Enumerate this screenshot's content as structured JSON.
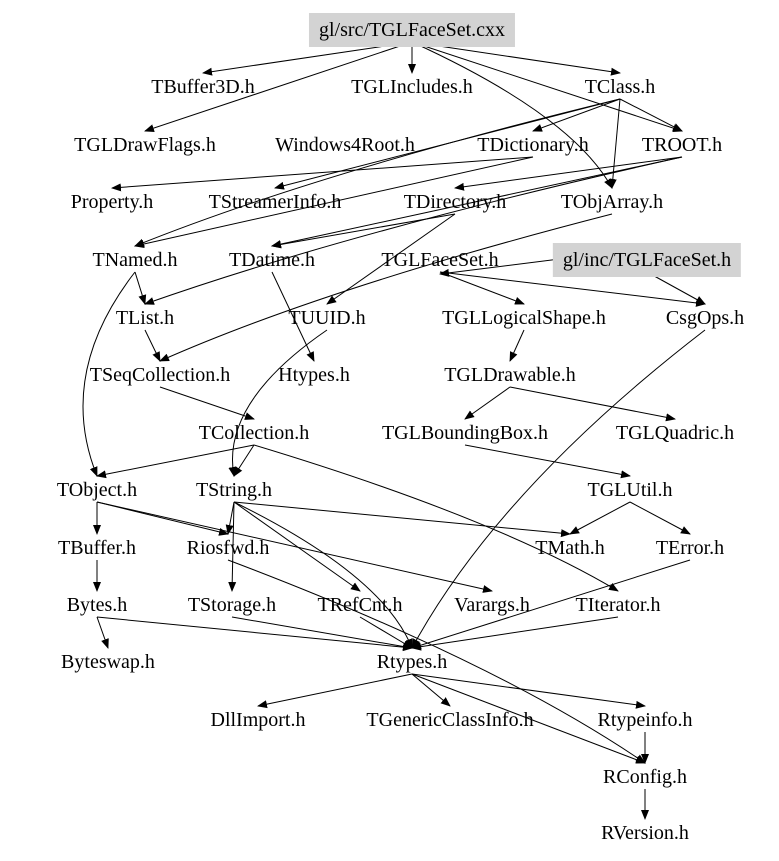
{
  "graph": {
    "nodes": [
      {
        "id": "cxx",
        "label": "gl/src/TGLFaceSet.cxx",
        "highlight": true
      },
      {
        "id": "TBuffer3D",
        "label": "TBuffer3D.h"
      },
      {
        "id": "TGLIncludes",
        "label": "TGLIncludes.h"
      },
      {
        "id": "TClass",
        "label": "TClass.h"
      },
      {
        "id": "TGLDrawFlags",
        "label": "TGLDrawFlags.h"
      },
      {
        "id": "Windows4Root",
        "label": "Windows4Root.h"
      },
      {
        "id": "TDictionary",
        "label": "TDictionary.h"
      },
      {
        "id": "TROOT",
        "label": "TROOT.h"
      },
      {
        "id": "Property",
        "label": "Property.h"
      },
      {
        "id": "TStreamerInfo",
        "label": "TStreamerInfo.h"
      },
      {
        "id": "TDirectory",
        "label": "TDirectory.h"
      },
      {
        "id": "TObjArray",
        "label": "TObjArray.h"
      },
      {
        "id": "TNamed",
        "label": "TNamed.h"
      },
      {
        "id": "TDatime",
        "label": "TDatime.h"
      },
      {
        "id": "TGLFaceSet",
        "label": "TGLFaceSet.h"
      },
      {
        "id": "incTGLFaceSet",
        "label": "gl/inc/TGLFaceSet.h",
        "highlight": true
      },
      {
        "id": "TList",
        "label": "TList.h"
      },
      {
        "id": "TUUID",
        "label": "TUUID.h"
      },
      {
        "id": "TGLLogicalShape",
        "label": "TGLLogicalShape.h"
      },
      {
        "id": "CsgOps",
        "label": "CsgOps.h"
      },
      {
        "id": "TSeqCollection",
        "label": "TSeqCollection.h"
      },
      {
        "id": "Htypes",
        "label": "Htypes.h"
      },
      {
        "id": "TGLDrawable",
        "label": "TGLDrawable.h"
      },
      {
        "id": "TCollection",
        "label": "TCollection.h"
      },
      {
        "id": "TGLBoundingBox",
        "label": "TGLBoundingBox.h"
      },
      {
        "id": "TGLQuadric",
        "label": "TGLQuadric.h"
      },
      {
        "id": "TObject",
        "label": "TObject.h"
      },
      {
        "id": "TString",
        "label": "TString.h"
      },
      {
        "id": "TGLUtil",
        "label": "TGLUtil.h"
      },
      {
        "id": "TBuffer",
        "label": "TBuffer.h"
      },
      {
        "id": "Riosfwd",
        "label": "Riosfwd.h"
      },
      {
        "id": "TMath",
        "label": "TMath.h"
      },
      {
        "id": "TError",
        "label": "TError.h"
      },
      {
        "id": "Bytes",
        "label": "Bytes.h"
      },
      {
        "id": "TStorage",
        "label": "TStorage.h"
      },
      {
        "id": "TRefCnt",
        "label": "TRefCnt.h"
      },
      {
        "id": "Varargs",
        "label": "Varargs.h"
      },
      {
        "id": "TIterator",
        "label": "TIterator.h"
      },
      {
        "id": "Byteswap",
        "label": "Byteswap.h"
      },
      {
        "id": "Rtypes",
        "label": "Rtypes.h"
      },
      {
        "id": "DllImport",
        "label": "DllImport.h"
      },
      {
        "id": "TGenericClassInfo",
        "label": "TGenericClassInfo.h"
      },
      {
        "id": "Rtypeinfo",
        "label": "Rtypeinfo.h"
      },
      {
        "id": "RConfig",
        "label": "RConfig.h"
      },
      {
        "id": "RVersion",
        "label": "RVersion.h"
      }
    ],
    "edges": [
      [
        "cxx",
        "TBuffer3D"
      ],
      [
        "cxx",
        "TGLIncludes"
      ],
      [
        "cxx",
        "TClass"
      ],
      [
        "cxx",
        "TGLDrawFlags"
      ],
      [
        "cxx",
        "TROOT"
      ],
      [
        "cxx",
        "TObjArray"
      ],
      [
        "TClass",
        "TDictionary"
      ],
      [
        "TClass",
        "TROOT"
      ],
      [
        "TClass",
        "TObjArray"
      ],
      [
        "TClass",
        "TStreamerInfo"
      ],
      [
        "TClass",
        "TNamed"
      ],
      [
        "TROOT",
        "TDirectory"
      ],
      [
        "TROOT",
        "TList"
      ],
      [
        "TROOT",
        "TDatime"
      ],
      [
        "TDictionary",
        "TNamed"
      ],
      [
        "TDictionary",
        "Property"
      ],
      [
        "TDirectory",
        "TUUID"
      ],
      [
        "TDirectory",
        "TDatime"
      ],
      [
        "TObjArray",
        "TSeqCollection"
      ],
      [
        "incTGLFaceSet",
        "TGLFaceSet"
      ],
      [
        "incTGLFaceSet",
        "CsgOps"
      ],
      [
        "TGLFaceSet",
        "TGLLogicalShape"
      ],
      [
        "TGLFaceSet",
        "CsgOps"
      ],
      [
        "TGLLogicalShape",
        "TGLDrawable"
      ],
      [
        "TGLDrawable",
        "TGLBoundingBox"
      ],
      [
        "TGLDrawable",
        "TGLQuadric"
      ],
      [
        "TGLBoundingBox",
        "TGLUtil"
      ],
      [
        "TGLUtil",
        "TMath"
      ],
      [
        "TGLUtil",
        "TError"
      ],
      [
        "TNamed",
        "TList"
      ],
      [
        "TNamed",
        "TObject"
      ],
      [
        "TList",
        "TSeqCollection"
      ],
      [
        "TSeqCollection",
        "TCollection"
      ],
      [
        "TDatime",
        "Htypes"
      ],
      [
        "TUUID",
        "TString"
      ],
      [
        "TCollection",
        "TObject"
      ],
      [
        "TCollection",
        "TString"
      ],
      [
        "TCollection",
        "TIterator"
      ],
      [
        "TObject",
        "TBuffer"
      ],
      [
        "TObject",
        "Riosfwd"
      ],
      [
        "TObject",
        "Varargs"
      ],
      [
        "TString",
        "Riosfwd"
      ],
      [
        "TString",
        "TMath"
      ],
      [
        "TString",
        "TRefCnt"
      ],
      [
        "TString",
        "TStorage"
      ],
      [
        "TString",
        "Rtypes"
      ],
      [
        "TBuffer",
        "Bytes"
      ],
      [
        "Bytes",
        "Byteswap"
      ],
      [
        "Bytes",
        "Rtypes"
      ],
      [
        "TStorage",
        "Rtypes"
      ],
      [
        "TRefCnt",
        "Rtypes"
      ],
      [
        "TIterator",
        "Rtypes"
      ],
      [
        "TError",
        "Rtypes"
      ],
      [
        "CsgOps",
        "Rtypes"
      ],
      [
        "Rtypes",
        "DllImport"
      ],
      [
        "Rtypes",
        "TGenericClassInfo"
      ],
      [
        "Rtypes",
        "Rtypeinfo"
      ],
      [
        "Rtypes",
        "RConfig"
      ],
      [
        "Rtypeinfo",
        "RConfig"
      ],
      [
        "RConfig",
        "RVersion"
      ],
      [
        "Riosfwd",
        "RConfig"
      ]
    ]
  }
}
